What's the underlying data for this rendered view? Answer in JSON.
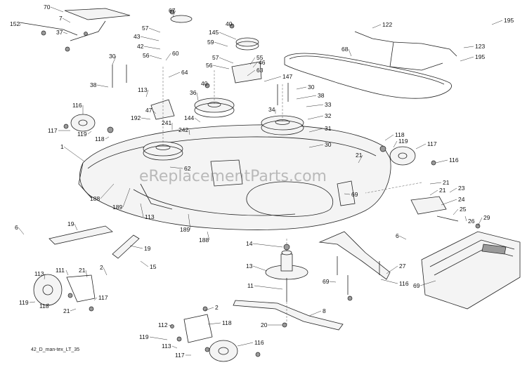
{
  "drawing_id": "42_D_man-tex_LT_35",
  "watermark": "eReplacementParts.com",
  "callouts": [
    "70",
    "67",
    "7",
    "152",
    "37",
    "57",
    "43",
    "42",
    "56",
    "60",
    "40",
    "145",
    "59",
    "57",
    "56",
    "55",
    "46",
    "63",
    "147",
    "195",
    "122",
    "68",
    "123",
    "195",
    "30",
    "38",
    "113",
    "64",
    "40",
    "36",
    "30",
    "38",
    "116",
    "47",
    "192",
    "144",
    "241",
    "242",
    "34",
    "33",
    "32",
    "117",
    "119",
    "118",
    "31",
    "30",
    "118",
    "119",
    "117",
    "1",
    "21",
    "116",
    "62",
    "188",
    "189",
    "113",
    "189",
    "188",
    "69",
    "21",
    "23",
    "21",
    "24",
    "25",
    "26",
    "29",
    "6",
    "19",
    "6",
    "19",
    "15",
    "14",
    "13",
    "11",
    "8",
    "20",
    "27",
    "69",
    "69",
    "116",
    "113",
    "111",
    "21",
    "2",
    "117",
    "119",
    "118",
    "21",
    "2",
    "112",
    "118",
    "119",
    "113",
    "117",
    "116"
  ]
}
